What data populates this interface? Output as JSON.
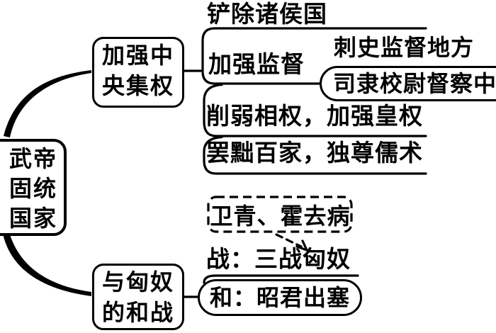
{
  "colors": {
    "ink": "#000000",
    "background": "#ffffff"
  },
  "root": {
    "line1": "武帝",
    "line2": "固统",
    "line3": "国家"
  },
  "central_branch": {
    "box_line1": "加强中",
    "box_line2": "央集权",
    "item_abolish_states": "铲除诸侯国",
    "item_strengthen_supervision": "加强监督",
    "sub_item_cishi": "刺史监督地方",
    "sub_item_sili": "司隶校尉督察中",
    "item_weaken_chancellor": "削弱相权，加强皇权",
    "item_confucianism": "罢黜百家，独尊儒术"
  },
  "xiongnu_branch": {
    "box_line1": "与匈奴",
    "box_line2": "的和战",
    "generals_note": "卫青、霍去病",
    "item_war": "战：三战匈奴",
    "item_peace": "和：昭君出塞"
  }
}
